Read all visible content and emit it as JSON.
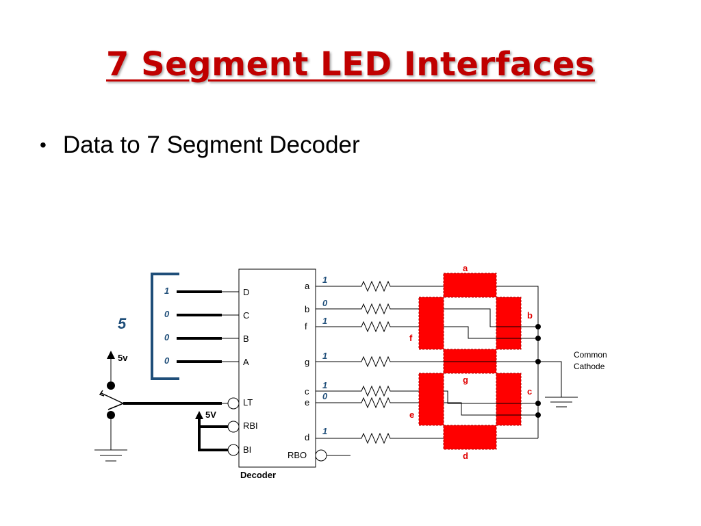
{
  "title": "7 Segment LED Interfaces",
  "bullet": "Data to 7 Segment Decoder",
  "diagram": {
    "input_number": "5",
    "inputs": [
      {
        "pin": "D",
        "value": "1"
      },
      {
        "pin": "C",
        "value": "0"
      },
      {
        "pin": "B",
        "value": "0"
      },
      {
        "pin": "A",
        "value": "0"
      }
    ],
    "control_pins": {
      "lt": "LT",
      "rbi": "RBI",
      "bi": "BI",
      "rbo": "RBO"
    },
    "supply_left": "5v",
    "supply_mid": "5V",
    "decoder_label": "Decoder",
    "outputs": {
      "a": {
        "pin": "a",
        "value": "1"
      },
      "b": {
        "pin": "b",
        "value": "0"
      },
      "f": {
        "pin": "f",
        "value": "1"
      },
      "g": {
        "pin": "g",
        "value": "1"
      },
      "c": {
        "pin": "c",
        "value": "1"
      },
      "e": {
        "pin": "e",
        "value": "0"
      },
      "d": {
        "pin": "d",
        "value": "1"
      }
    },
    "segments": {
      "a": "a",
      "b": "b",
      "c": "c",
      "d": "d",
      "e": "e",
      "f": "f",
      "g": "g"
    },
    "common_line1": "Common",
    "common_line2": "Cathode",
    "segment_color": "#ff0000",
    "value_color": "#1f4e79",
    "title_color": "#c00000"
  }
}
